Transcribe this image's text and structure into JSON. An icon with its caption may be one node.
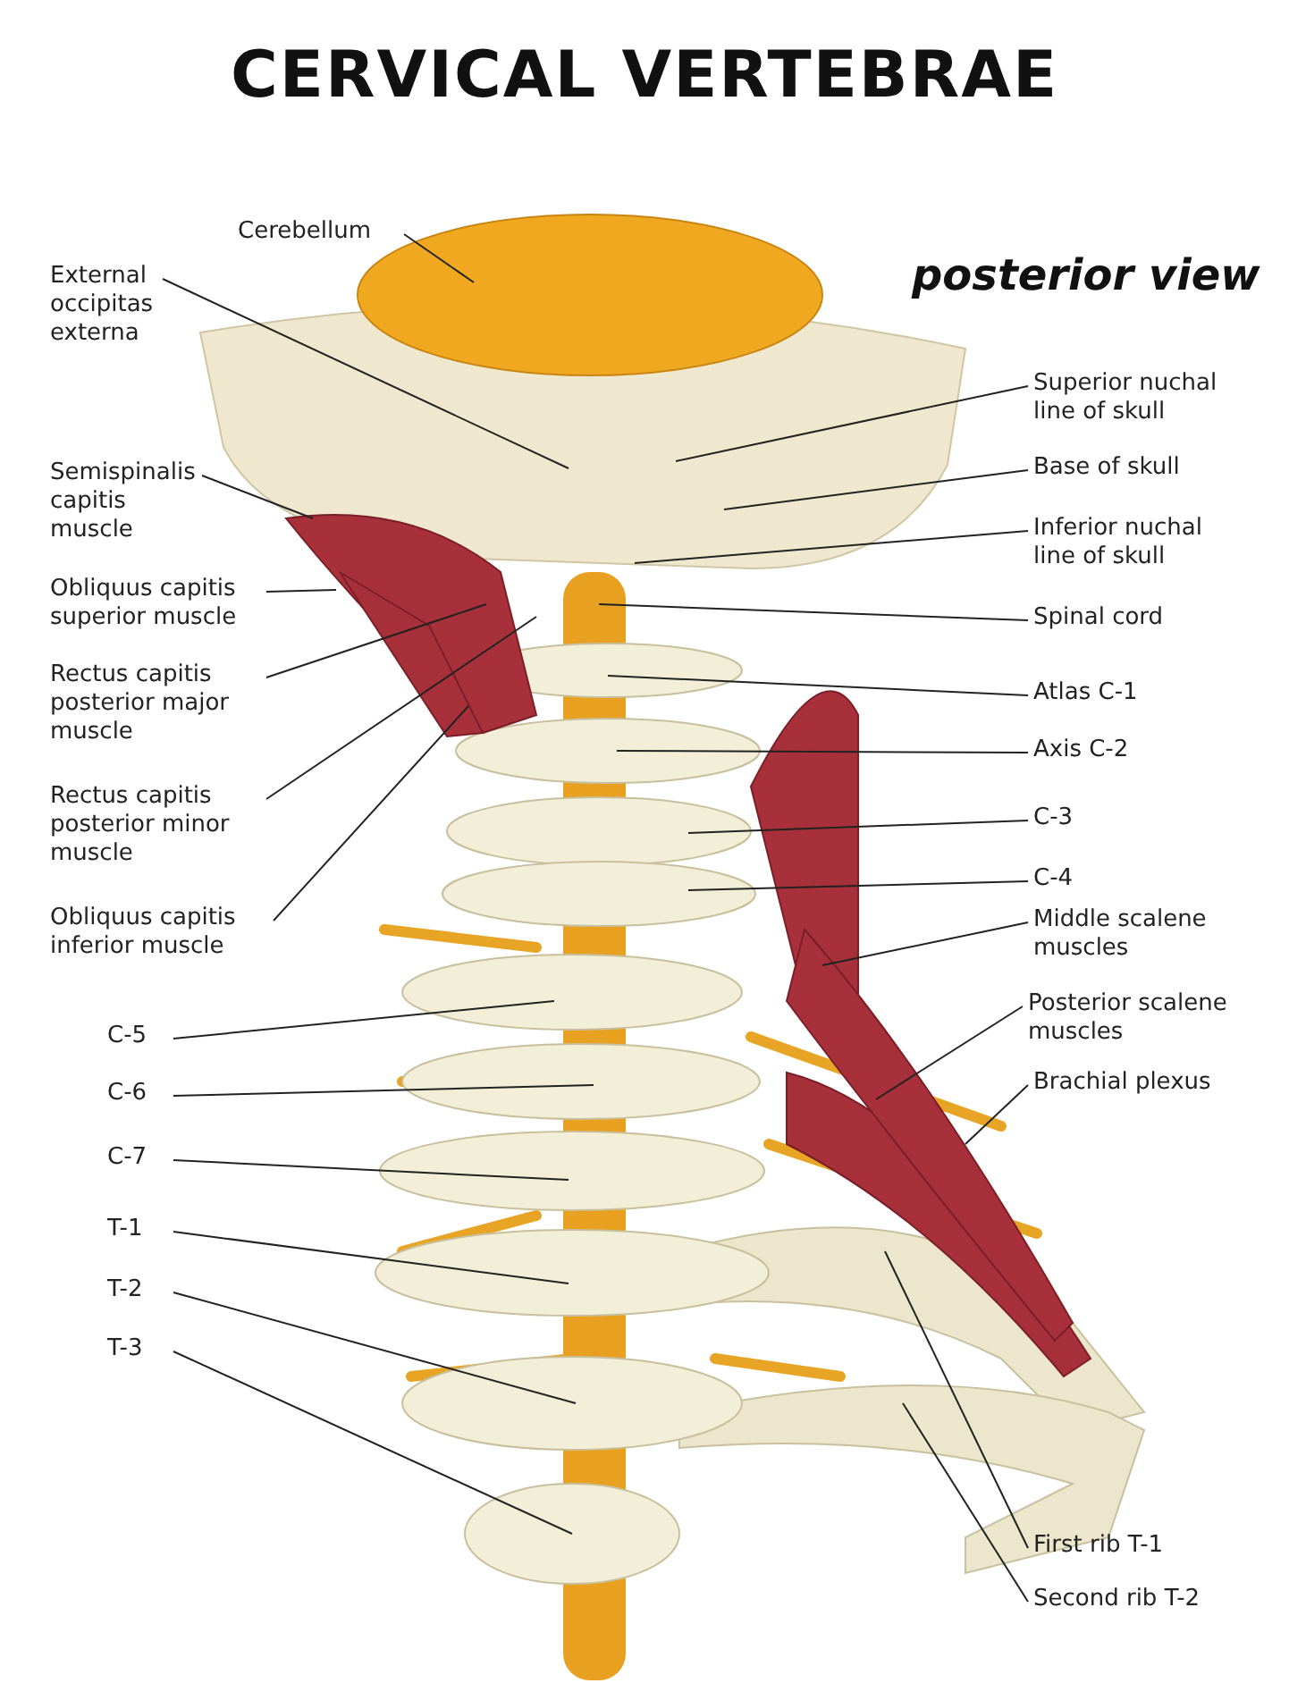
{
  "diagram": {
    "title": "CERVICAL VERTEBRAE",
    "nodes": [
      {
        "text": [
          "Cerebellum"
        ]
      },
      {
        "text": [
          "External occipitas externa"
        ]
      },
      {
        "text": [
          "Semispinalis capitis muscle"
        ]
      },
      {
        "text": [
          "Obliquus capitis superior muscle"
        ]
      },
      {
        "text": [
          "Rectus capitis posterior major muscle"
        ]
      },
      {
        "text": [
          "Rectus capitis posterior minor muscle"
        ]
      },
      {
        "text": [
          "Obliquus capitis inferior muscle"
        ]
      },
      {
        "text": [
          "C-5"
        ]
      },
      {
        "text": [
          "C-6"
        ]
      },
      {
        "text": [
          "C-7"
        ]
      },
      {
        "text": [
          "T-1"
        ]
      },
      {
        "text": [
          "T-2"
        ]
      },
      {
        "text": [
          "T-3"
        ]
      },
      {
        "text": [
          "Superior nuchal line of skull"
        ]
      },
      {
        "text": [
          "Base of skull"
        ]
      },
      {
        "text": [
          "Inferior nuchal line of skull"
        ]
      },
      {
        "text": [
          "Spinal cord"
        ]
      },
      {
        "text": [
          "Atlas C-1"
        ]
      },
      {
        "text": [
          "Axis C-2"
        ]
      },
      {
        "text": [
          "C-3"
        ]
      },
      {
        "text": [
          "C-4"
        ]
      },
      {
        "text": [
          "Middle scalene muscles"
        ]
      },
      {
        "text": [
          "Posterior scalene muscles"
        ]
      },
      {
        "text": [
          "Brachial plexus"
        ]
      },
      {
        "text": [
          "First rib T-1"
        ]
      },
      {
        "text": [
          "Second rib T-2"
        ]
      }
    ],
    "edges": [
      {
        "from": 0,
        "to": null,
        "arrow": "none"
      },
      {
        "from": 1,
        "to": null,
        "arrow": "none"
      },
      {
        "from": 2,
        "to": null,
        "arrow": "none"
      },
      {
        "from": 3,
        "to": null,
        "arrow": "none"
      },
      {
        "from": 4,
        "to": null,
        "arrow": "none"
      },
      {
        "from": 5,
        "to": null,
        "arrow": "none"
      },
      {
        "from": 6,
        "to": null,
        "arrow": "none"
      },
      {
        "from": 7,
        "to": null,
        "arrow": "none"
      },
      {
        "from": 8,
        "to": null,
        "arrow": "none"
      },
      {
        "from": 9,
        "to": null,
        "arrow": "none"
      },
      {
        "from": 10,
        "to": null,
        "arrow": "none"
      },
      {
        "from": 11,
        "to": null,
        "arrow": "none"
      },
      {
        "from": 12,
        "to": null,
        "arrow": "none"
      },
      {
        "from": 13,
        "to": null,
        "arrow": "none"
      },
      {
        "from": 14,
        "to": null,
        "arrow": "none"
      },
      {
        "from": 15,
        "to": null,
        "arrow": "none"
      },
      {
        "from": 16,
        "to": null,
        "arrow": "none"
      },
      {
        "from": 17,
        "to": null,
        "arrow": "none"
      },
      {
        "from": 18,
        "to": null,
        "arrow": "none"
      },
      {
        "from": 19,
        "to": null,
        "arrow": "none"
      },
      {
        "from": 20,
        "to": null,
        "arrow": "none"
      },
      {
        "from": 21,
        "to": null,
        "arrow": "none"
      },
      {
        "from": 22,
        "to": null,
        "arrow": "none"
      },
      {
        "from": 23,
        "to": null,
        "arrow": "none"
      },
      {
        "from": 24,
        "to": null,
        "arrow": "none"
      },
      {
        "from": 25,
        "to": null,
        "arrow": "none"
      }
    ],
    "labels": [
      "posterior view"
    ]
  }
}
